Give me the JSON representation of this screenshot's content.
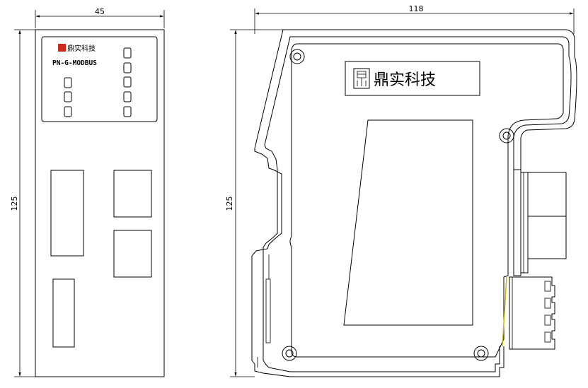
{
  "dimensions": {
    "front_width": "45",
    "front_height": "125",
    "side_width": "118",
    "side_height": "125"
  },
  "front_panel": {
    "brand": "鼎实科技",
    "model": "PN-G-MODBUS",
    "logo_color": "#cc2a1e"
  },
  "side_panel": {
    "brand": "鼎实科技"
  }
}
